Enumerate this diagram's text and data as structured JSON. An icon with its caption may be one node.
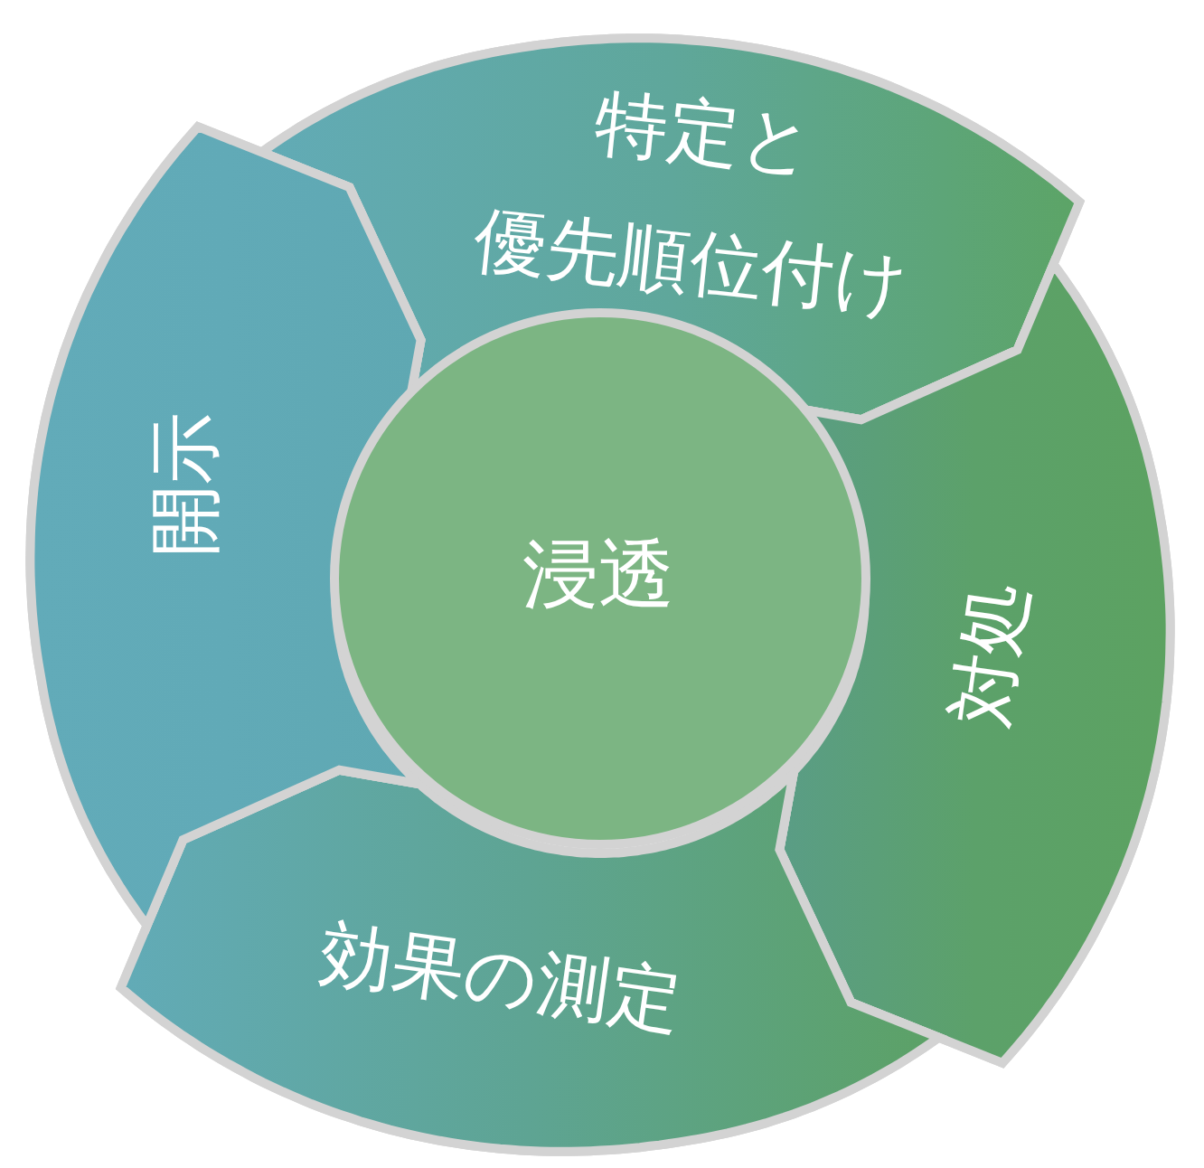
{
  "diagram": {
    "nodes": [
      {
        "text": [
          "特定と優先順位付け"
        ]
      },
      {
        "text": [
          "対処"
        ]
      },
      {
        "text": [
          "効果の測定"
        ]
      },
      {
        "text": [
          "開示"
        ]
      },
      {
        "text": [
          "浸透"
        ]
      }
    ]
  }
}
